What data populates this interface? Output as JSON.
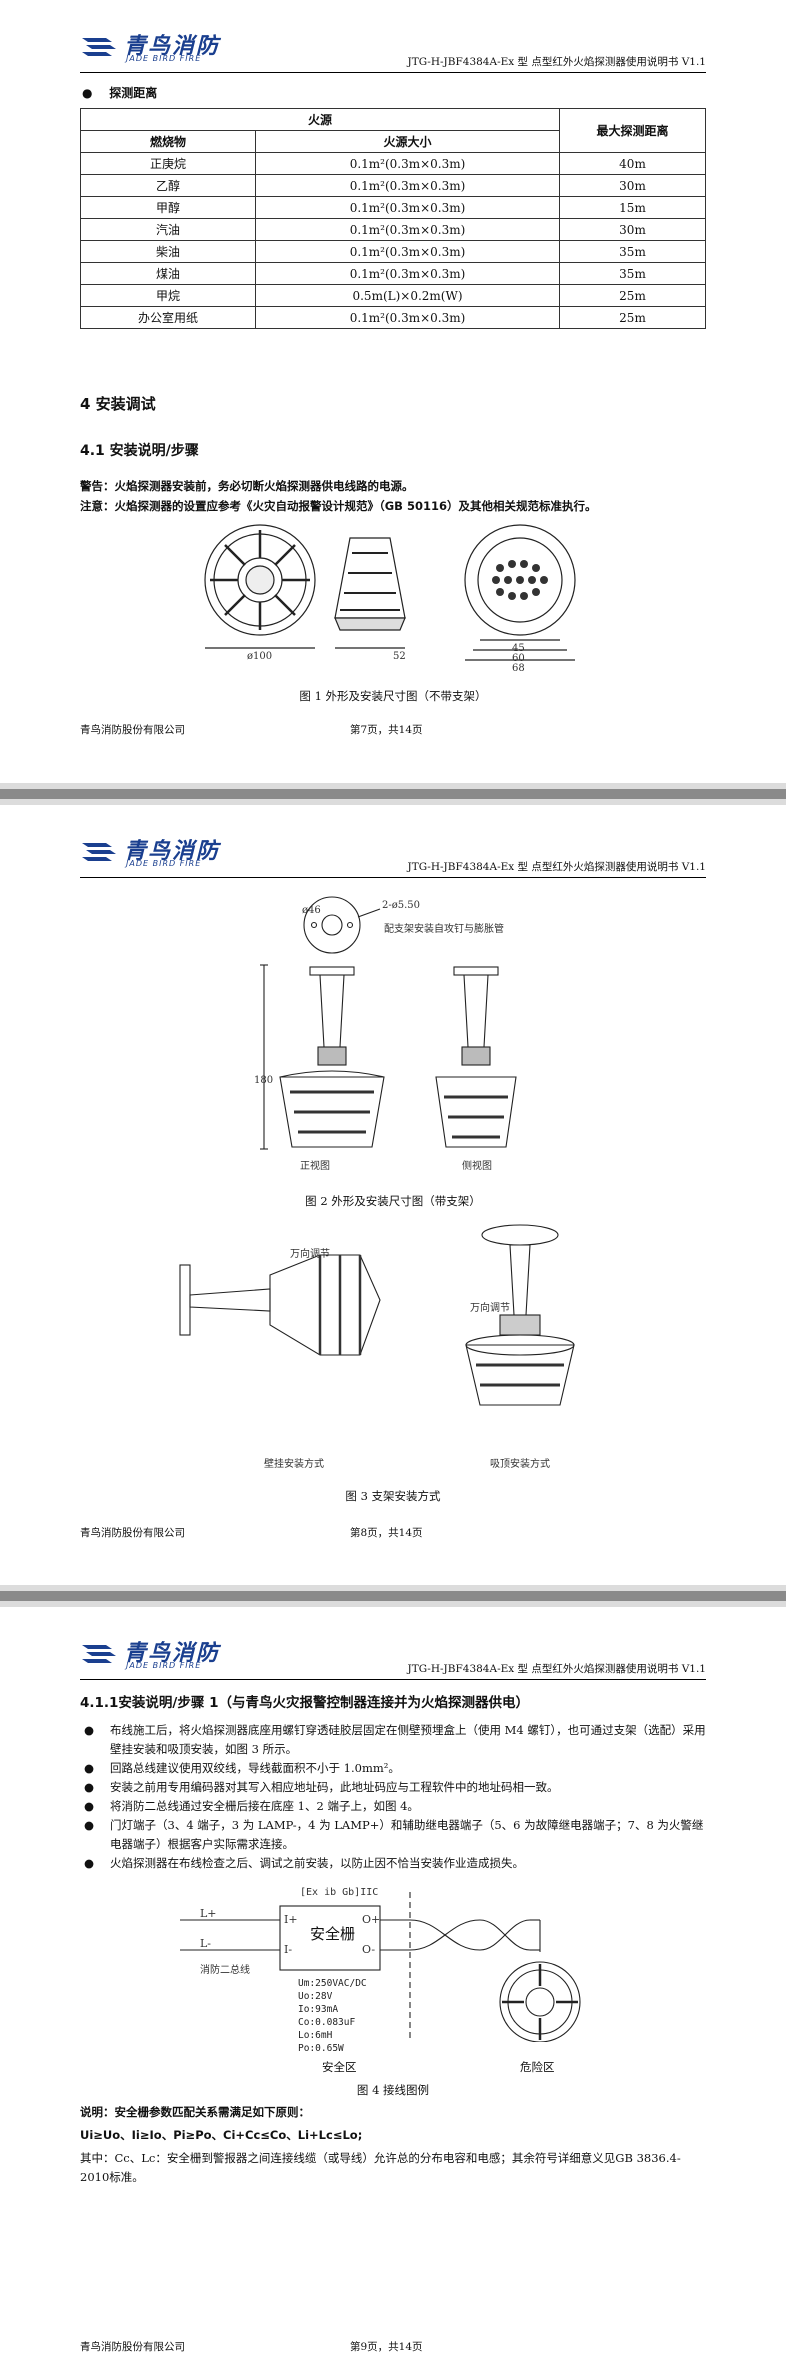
{
  "header": {
    "logo_cn": "青鸟消防",
    "logo_en": "JADE BIRD FIRE",
    "doc_title": "JTG-H-JBF4384A-Ex 型  点型红外火焰探测器使用说明书 V1.1"
  },
  "page1": {
    "section_bullet": "●",
    "section_label": "探测距离",
    "table": {
      "group_header": "火源",
      "col_fuel": "燃烧物",
      "col_size": "火源大小",
      "col_range": "最大探测距离",
      "rows": [
        {
          "fuel": "正庚烷",
          "size": "0.1m²(0.3m×0.3m)",
          "range": "40m"
        },
        {
          "fuel": "乙醇",
          "size": "0.1m²(0.3m×0.3m)",
          "range": "30m"
        },
        {
          "fuel": "甲醇",
          "size": "0.1m²(0.3m×0.3m)",
          "range": "15m"
        },
        {
          "fuel": "汽油",
          "size": "0.1m²(0.3m×0.3m)",
          "range": "30m"
        },
        {
          "fuel": "柴油",
          "size": "0.1m²(0.3m×0.3m)",
          "range": "35m"
        },
        {
          "fuel": "煤油",
          "size": "0.1m²(0.3m×0.3m)",
          "range": "35m"
        },
        {
          "fuel": "甲烷",
          "size": "0.5m(L)×0.2m(W)",
          "range": "25m"
        },
        {
          "fuel": "办公室用纸",
          "size": "0.1m²(0.3m×0.3m)",
          "range": "25m"
        }
      ]
    },
    "h1": "4   安装调试",
    "h2": "4.1  安装说明/步骤",
    "warning": "警告：火焰探测器安装前，务必切断火焰探测器供电线路的电源。",
    "attention": "注意：火焰探测器的设置应参考《火灾自动报警设计规范》（GB 50116）及其他相关规范标准执行。",
    "dims": {
      "d100": "ø100",
      "d52": "52",
      "d45": "45",
      "d60": "60",
      "d68": "68"
    },
    "caption": "图 1  外形及安装尺寸图（不带支架）",
    "footer_company": "青鸟消防股份有限公司",
    "footer_page": "第7页，共14页"
  },
  "page2": {
    "dim_d46": "ø46",
    "dim_holes": "2-ø5.50",
    "note_holes": "配支架安装自攻钉与膨胀管",
    "dim_180": "180",
    "front_view": "正视图",
    "side_view": "侧视图",
    "caption2": "图 2  外形及安装尺寸图（带支架）",
    "universal1": "万向调节",
    "universal2": "万向调节",
    "wall_mount": "壁挂安装方式",
    "ceiling_mount": "吸顶安装方式",
    "caption3": "图 3  支架安装方式",
    "footer_company": "青鸟消防股份有限公司",
    "footer_page": "第8页，共14页"
  },
  "page3": {
    "heading": "4.1.1安装说明/步骤 1（与青鸟火灾报警控制器连接并为火焰探测器供电）",
    "bullets": [
      "布线施工后，将火焰探测器底座用螺钉穿透硅胶层固定在侧壁预埋盒上（使用 M4 螺钉），也可通过支架（选配）采用壁挂安装和吸顶安装，如图 3 所示。",
      "回路总线建议使用双绞线，导线截面积不小于 1.0mm²。",
      "安装之前用专用编码器对其写入相应地址码，此地址码应与工程软件中的地址码相一致。",
      "将消防二总线通过安全栅后接在底座 1、2 端子上，如图 4。",
      "门灯端子（3、4 端子，3 为 LAMP-，4 为 LAMP+）和辅助继电器端子（5、6 为故障继电器端子；7、8 为火警继电器端子）根据客户实际需求连接。",
      "火焰探测器在布线检查之后、调试之前安装，以防止因不恰当安装作业造成损失。"
    ],
    "wiring": {
      "ex_label": "[Ex ib Gb]IIC",
      "l_plus": "L+",
      "l_minus": "L-",
      "bus": "消防二总线",
      "i_plus": "I+",
      "i_minus": "I-",
      "o_plus": "O+",
      "o_minus": "O-",
      "barrier": "安全栅",
      "params": [
        "Um:250VAC/DC",
        "Uo:28V",
        "Io:93mA",
        "Co:0.083uF",
        "Lo:6mH",
        "Po:0.65W"
      ],
      "safe_zone": "安全区",
      "danger_zone": "危险区"
    },
    "caption4": "图 4  接线图例",
    "note_title": "说明：安全栅参数匹配关系需满足如下原则：",
    "note_formula": "Ui≥Uo、Ii≥Io、Pi≥Po、Ci+Cc≤Co、Li+Lc≤Lo;",
    "note_text": "其中：Cc、Lc：安全栅到警报器之间连接线缆（或导线）允许总的分布电容和电感；其余符号详细意义见GB 3836.4-2010标准。",
    "footer_company": "青鸟消防股份有限公司",
    "footer_page": "第9页，共14页"
  }
}
